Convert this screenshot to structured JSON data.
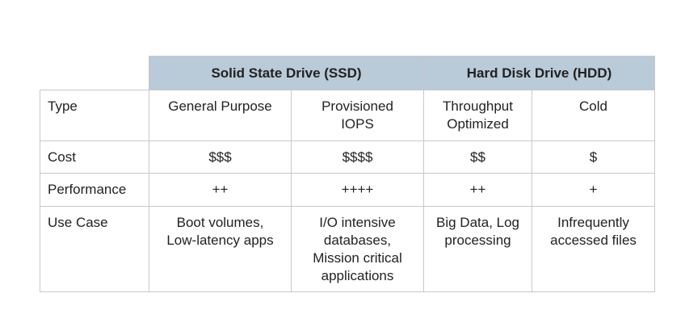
{
  "groups": {
    "ssd": "Solid State Drive (SSD)",
    "hdd": "Hard Disk Drive (HDD)"
  },
  "rows": {
    "type": {
      "label": "Type",
      "general_purpose": "General Purpose",
      "provisioned_iops_line1": "Provisioned",
      "provisioned_iops_line2": "IOPS",
      "throughput_line1": "Throughput",
      "throughput_line2": "Optimized",
      "cold": "Cold"
    },
    "cost": {
      "label": "Cost",
      "general_purpose": "$$$",
      "provisioned_iops": "$$$$",
      "throughput": "$$",
      "cold": "$"
    },
    "performance": {
      "label": "Performance",
      "general_purpose": "++",
      "provisioned_iops": "++++",
      "throughput": "++",
      "cold": "+"
    },
    "use_case": {
      "label": "Use Case",
      "general_purpose_line1": "Boot volumes,",
      "general_purpose_line2": "Low-latency apps",
      "provisioned_iops_line1": "I/O intensive",
      "provisioned_iops_line2": "databases,",
      "provisioned_iops_line3": "Mission critical",
      "provisioned_iops_line4": "applications",
      "throughput_line1": "Big Data, Log",
      "throughput_line2": "processing",
      "cold_line1": "Infrequently",
      "cold_line2": "accessed files"
    }
  },
  "colors": {
    "header_bg": "#b9cad8",
    "border": "#c9c9c9",
    "text": "#222222"
  }
}
